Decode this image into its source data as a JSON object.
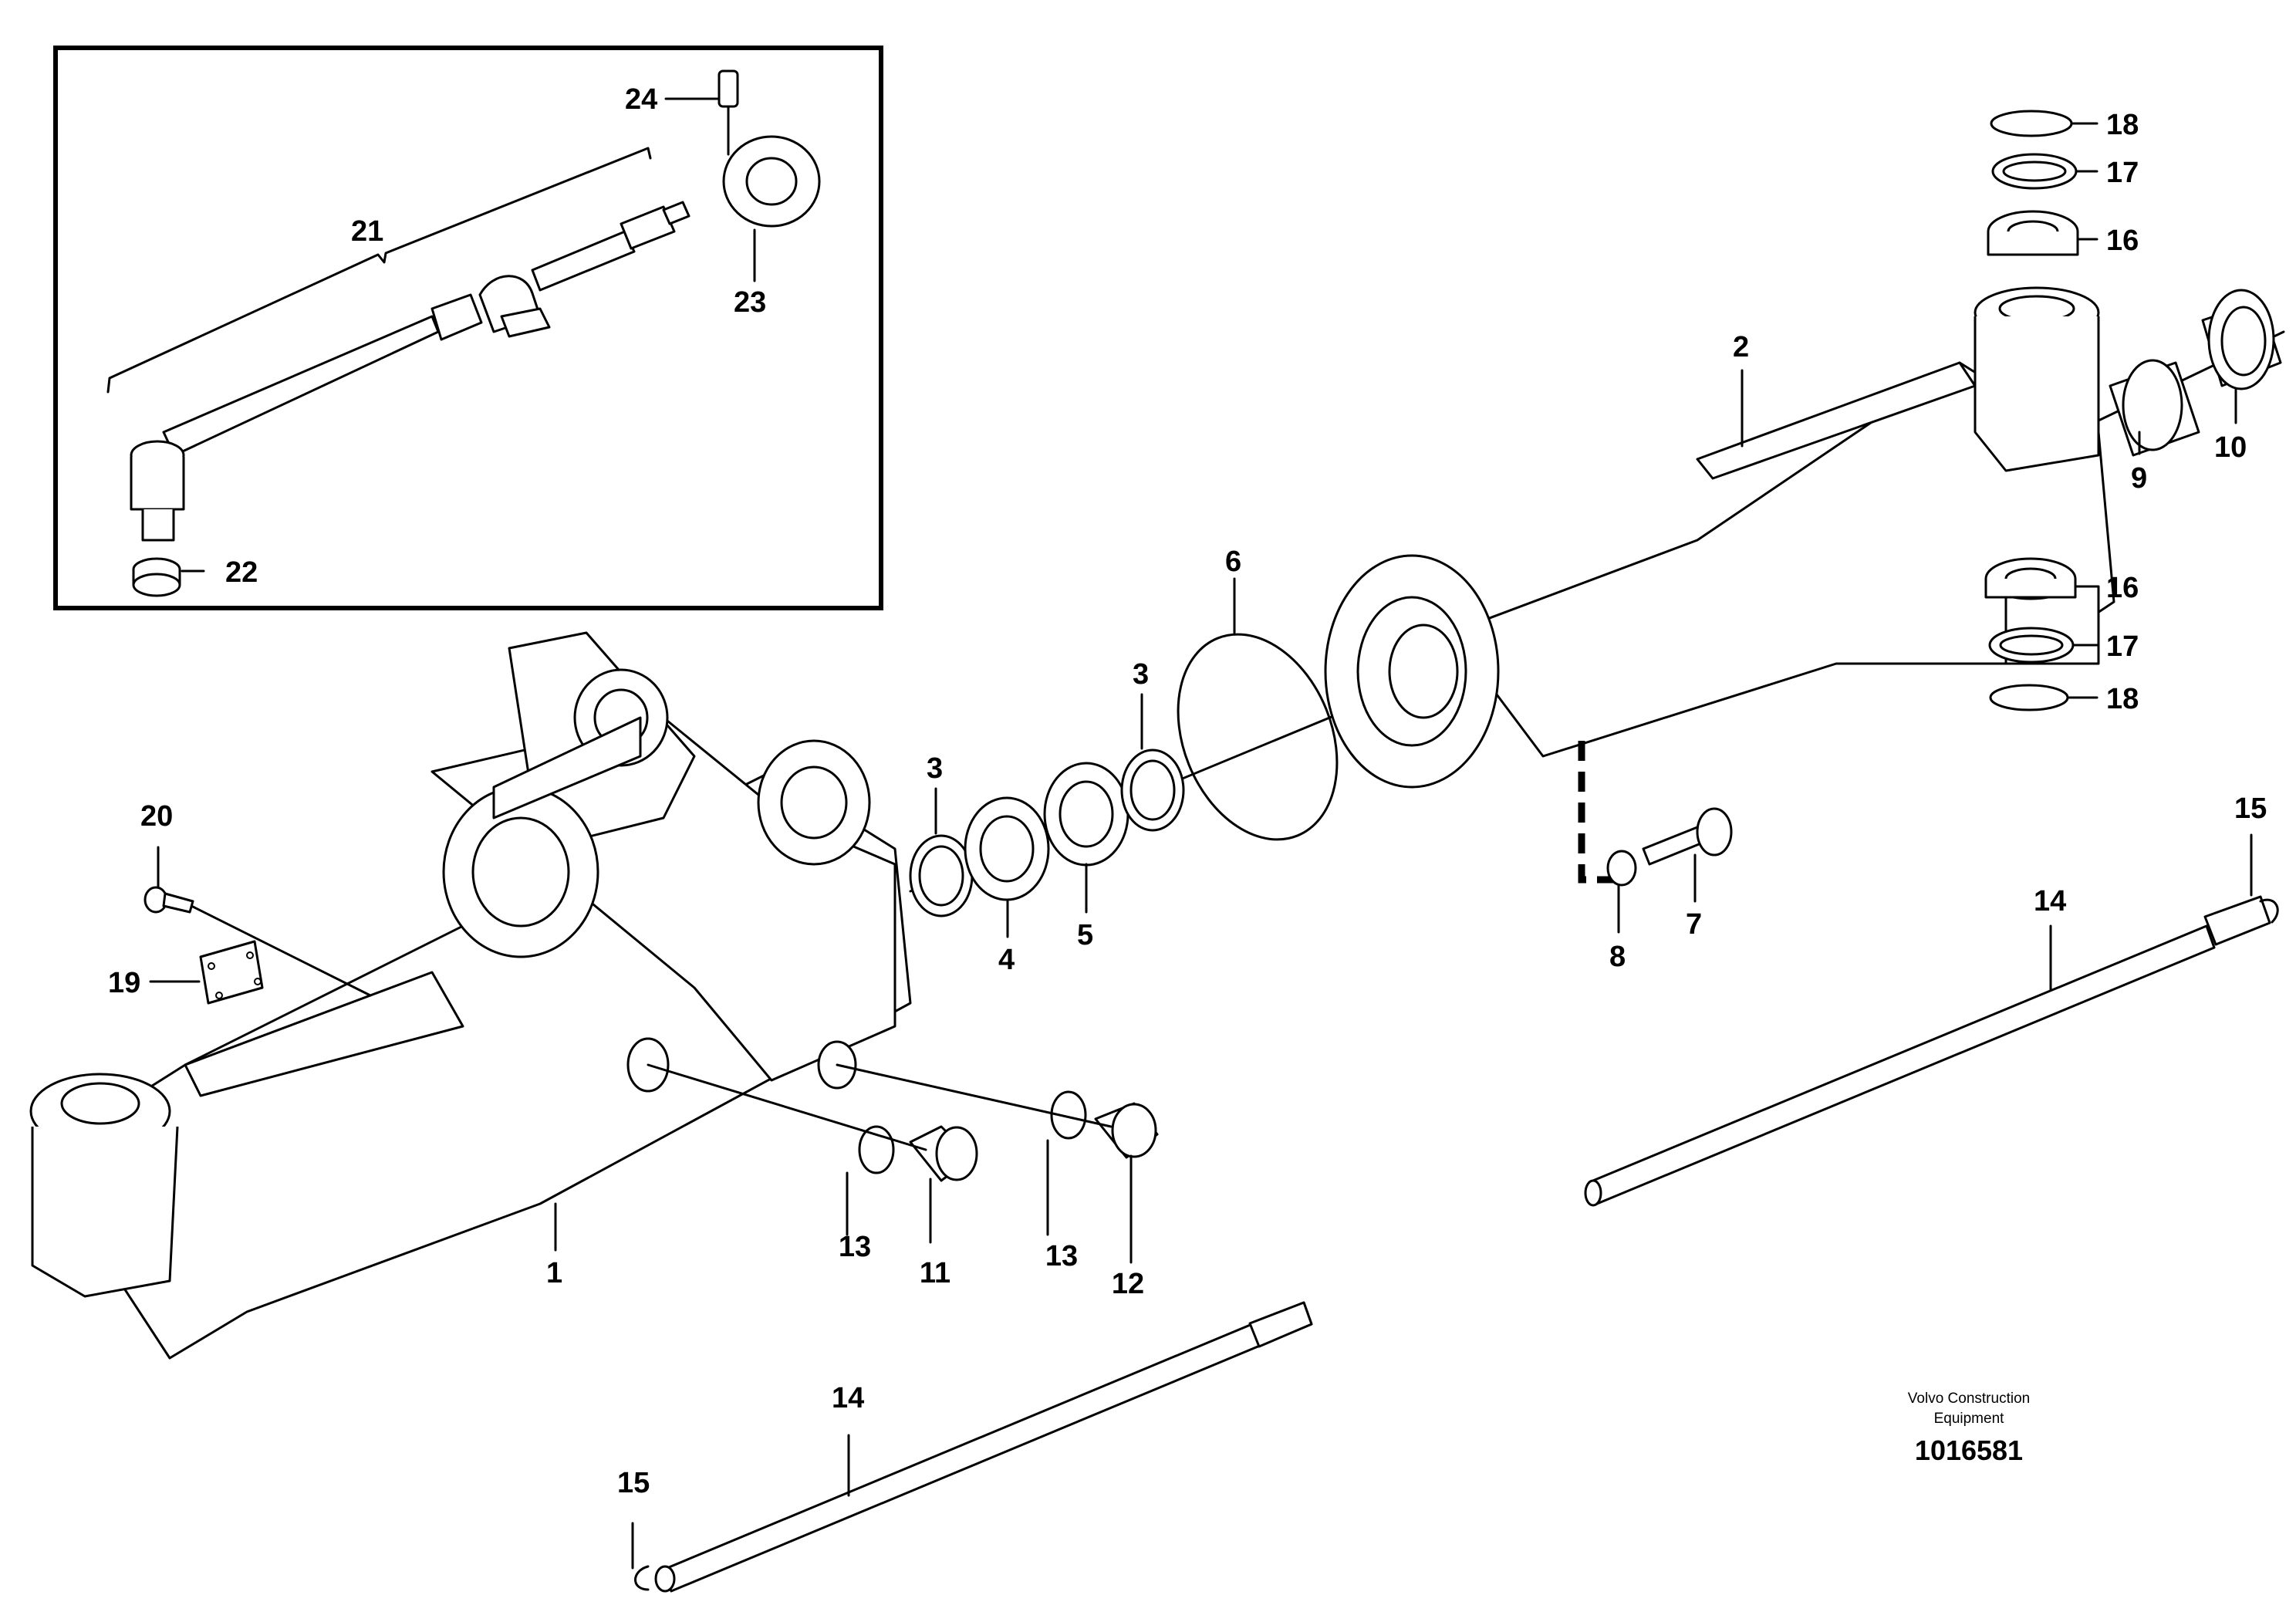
{
  "callouts": {
    "c1": "1",
    "c2": "2",
    "c3a": "3",
    "c3b": "3",
    "c4": "4",
    "c5": "5",
    "c6": "6",
    "c7": "7",
    "c8": "8",
    "c9": "9",
    "c10": "10",
    "c11": "11",
    "c12": "12",
    "c13a": "13",
    "c13b": "13",
    "c14a": "14",
    "c14b": "14",
    "c15a": "15",
    "c15b": "15",
    "c16a": "16",
    "c16b": "16",
    "c17a": "17",
    "c17b": "17",
    "c18a": "18",
    "c18b": "18",
    "c19": "19",
    "c20": "20",
    "c21": "21",
    "c22": "22",
    "c23": "23",
    "c24": "24"
  },
  "footer": {
    "company_line1": "Volvo Construction",
    "company_line2": "Equipment",
    "drawing_number": "1016581"
  }
}
